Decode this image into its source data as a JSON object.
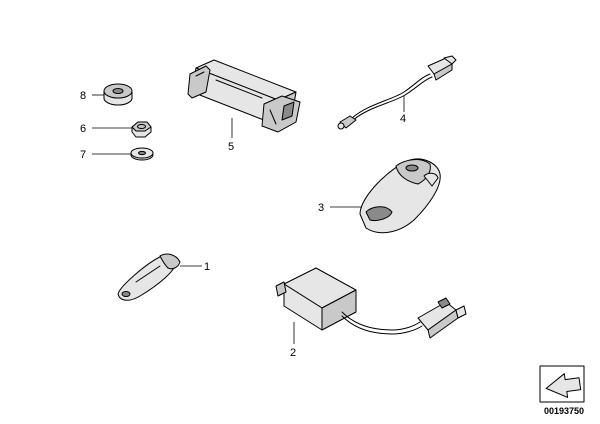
{
  "callouts": {
    "c1": "1",
    "c2": "2",
    "c3": "3",
    "c4": "4",
    "c5": "5",
    "c6": "6",
    "c7": "7",
    "c8": "8"
  },
  "document_id": "00193750",
  "icons": {
    "parts": [
      "key-blank-icon",
      "control-module-icon",
      "remote-key-fob-icon",
      "antenna-cable-icon",
      "battery-pack-icon",
      "nut-icon",
      "washer-icon",
      "grommet-icon"
    ],
    "corner": "arrow-stamp-icon"
  },
  "colors": {
    "line": "#000000",
    "background": "#ffffff"
  }
}
